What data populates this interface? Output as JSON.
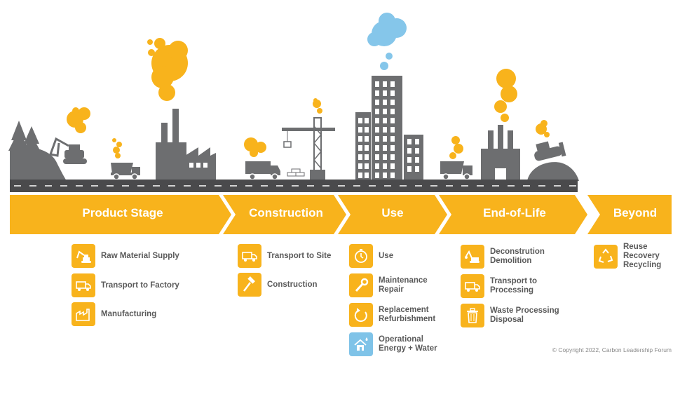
{
  "stages": [
    {
      "label": "Product Stage"
    },
    {
      "label": "Construction"
    },
    {
      "label": "Use"
    },
    {
      "label": "End-of-Life"
    },
    {
      "label": "Beyond"
    }
  ],
  "items": {
    "product": [
      {
        "icon": "excavator-icon",
        "lines": [
          "Raw Material Supply"
        ]
      },
      {
        "icon": "truck-icon",
        "lines": [
          "Transport to Factory"
        ]
      },
      {
        "icon": "factory-icon",
        "lines": [
          "Manufacturing"
        ]
      }
    ],
    "construction": [
      {
        "icon": "truck-icon",
        "lines": [
          "Transport to Site"
        ]
      },
      {
        "icon": "hammer-icon",
        "lines": [
          "Construction"
        ]
      }
    ],
    "use": [
      {
        "icon": "clock-icon",
        "lines": [
          "Use"
        ]
      },
      {
        "icon": "wrench-icon",
        "lines": [
          "Maintenance",
          "Repair"
        ]
      },
      {
        "icon": "refresh-icon",
        "lines": [
          "Replacement",
          "Refurbishment"
        ]
      },
      {
        "icon": "house-water-icon",
        "lines": [
          "Operational",
          "Energy + Water"
        ]
      }
    ],
    "end_of_life": [
      {
        "icon": "demolition-icon",
        "lines": [
          "Deconstrution",
          "Demolition"
        ]
      },
      {
        "icon": "truck-icon",
        "lines": [
          "Transport to",
          "Processing"
        ]
      },
      {
        "icon": "trash-icon",
        "lines": [
          "Waste Processing",
          "Disposal"
        ]
      }
    ],
    "beyond": [
      {
        "icon": "recycle-icon",
        "lines": [
          "Reuse",
          "Recovery",
          "Recycling"
        ]
      }
    ]
  },
  "copyright": "© Copyright 2022, Carbon Leadership Forum",
  "colors": {
    "accent": "#f8b31c",
    "gray": "#6d6e70",
    "road": "#4a4a4c",
    "sky_smoke": "#85c6ea"
  }
}
